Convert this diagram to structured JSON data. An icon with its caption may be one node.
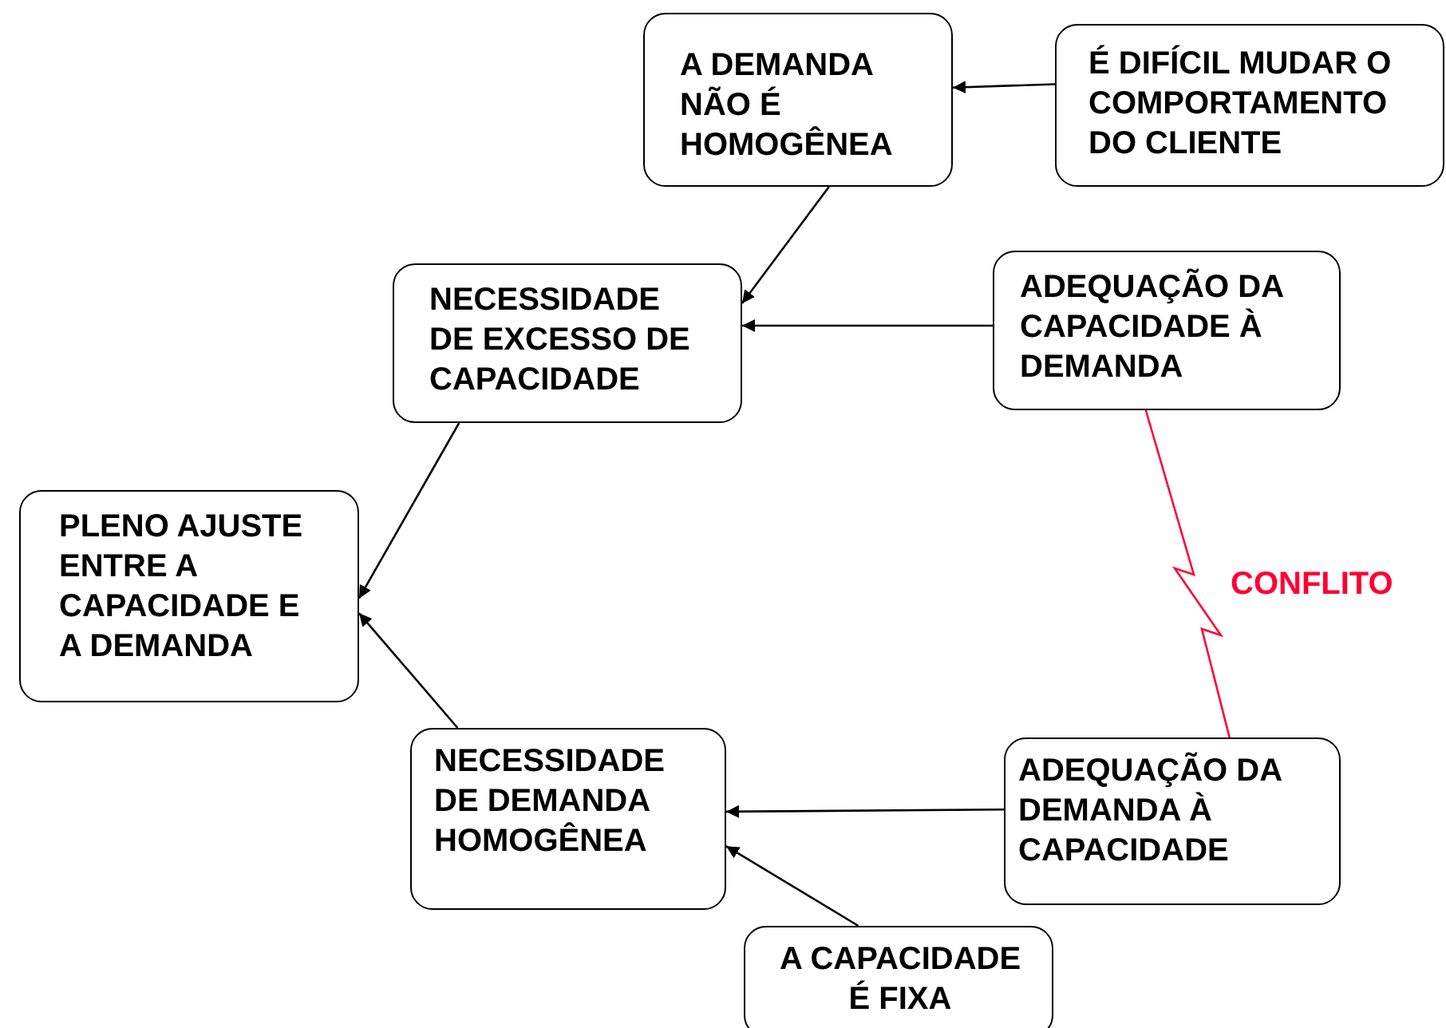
{
  "diagram": {
    "nodes": [
      {
        "text": [
          "A DEMANDA NÃO É HOMOGÊNEA"
        ]
      },
      {
        "text": [
          "É DIFÍCIL MUDAR O COMPORTAMENTO DO CLIENTE"
        ]
      },
      {
        "text": [
          "NECESSIDADE DE EXCESSO DE CAPACIDADE"
        ]
      },
      {
        "text": [
          "ADEQUAÇÃO DA CAPACIDADE À DEMANDA"
        ]
      },
      {
        "text": [
          "PLENO AJUSTE ENTRE A CAPACIDADE E A DEMANDA"
        ]
      },
      {
        "text": [
          "NECESSIDADE DE DEMANDA HOMOGÊNEA"
        ]
      },
      {
        "text": [
          "ADEQUAÇÃO DA DEMANDA À CAPACIDADE"
        ]
      },
      {
        "text": [
          "A CAPACIDADE É FIXA"
        ]
      }
    ],
    "edges": [
      {
        "from": 1,
        "to": 0,
        "arrow": "to"
      },
      {
        "from": 0,
        "to": 2,
        "arrow": "to"
      },
      {
        "from": 3,
        "to": 2,
        "arrow": "to"
      },
      {
        "from": 2,
        "to": 4,
        "arrow": "to"
      },
      {
        "from": 5,
        "to": 4,
        "arrow": "to"
      },
      {
        "from": 6,
        "to": 5,
        "arrow": "to"
      },
      {
        "from": 7,
        "to": 5,
        "arrow": "to"
      },
      {
        "from": 3,
        "to": 6,
        "arrow": "none",
        "label": "CONFLITO",
        "color": "#ff0033"
      }
    ]
  }
}
